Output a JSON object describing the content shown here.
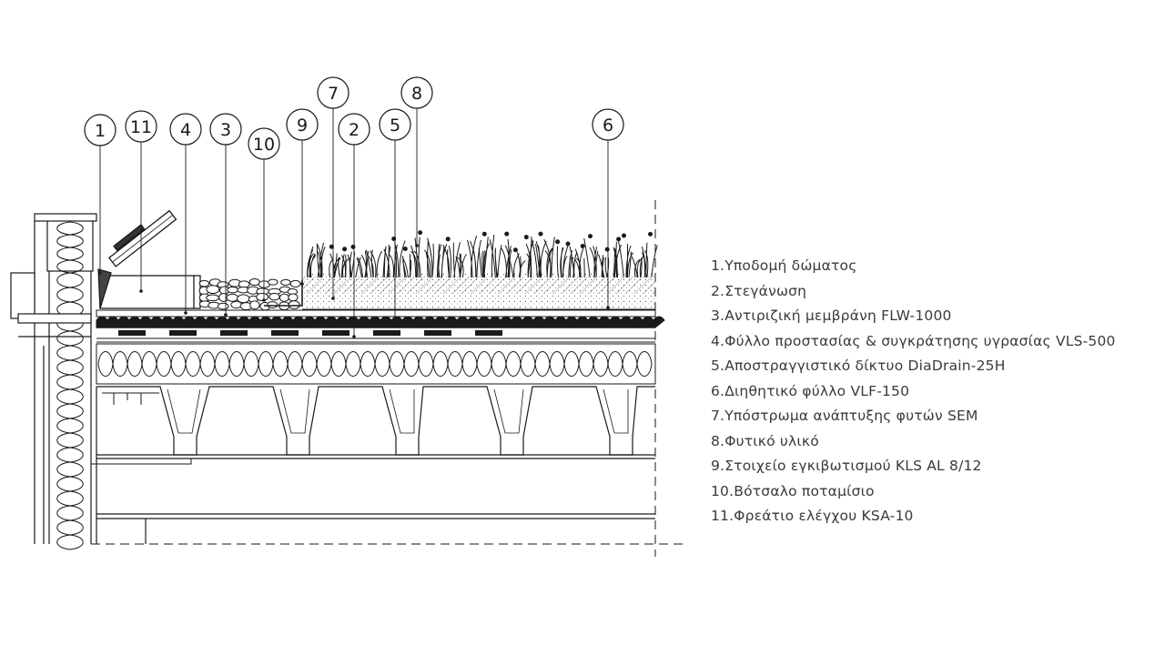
{
  "callouts": [
    "1",
    "11",
    "4",
    "3",
    "10",
    "9",
    "7",
    "2",
    "5",
    "8",
    "6"
  ],
  "legend": [
    "1.Υποδομή δώματος",
    "2.Στεγάνωση",
    "3.Αντιριζική μεμβράνη FLW-1000",
    "4.Φύλλο προστασίας & συγκράτησης υγρασίας VLS-500",
    "5.Αποστραγγιστικό δίκτυο DiaDrain-25H",
    "6.Διηθητικό φύλλο VLF-150",
    "7.Υπόστρωμα ανάπτυξης φυτών SEM",
    "8.Φυτικό υλικό",
    "9.Στοιχείο εγκιβωτισμού KLS AL 8/12",
    "10.Βότσαλο ποταμίσιο",
    "11.Φρεάτιο ελέγχου KSA-10"
  ],
  "colors": {
    "line": "#1a1a1a",
    "legend_text": "#3a3a3a"
  }
}
